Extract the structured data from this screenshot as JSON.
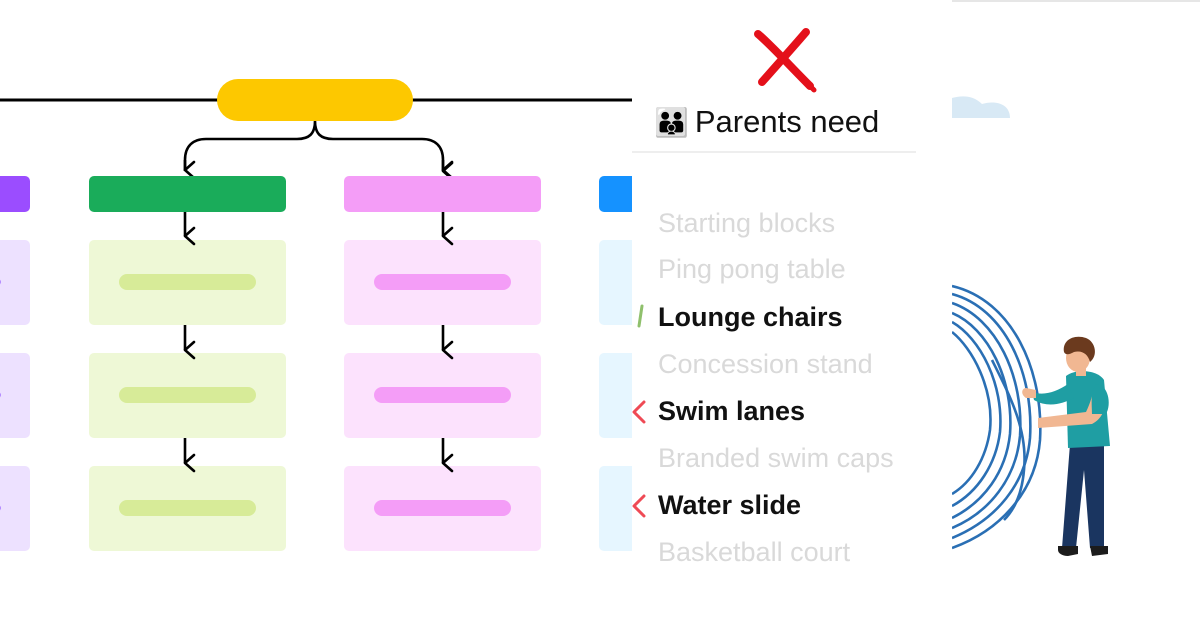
{
  "list": {
    "heading": "Parents need",
    "heading_emoji": "👪",
    "items": [
      {
        "label": "Starting blocks",
        "state": "dim"
      },
      {
        "label": "Ping pong table",
        "state": "dim"
      },
      {
        "label": "Lounge chairs",
        "state": "bold",
        "mark": "check"
      },
      {
        "label": "Concession stand",
        "state": "dim"
      },
      {
        "label": "Swim lanes",
        "state": "bold",
        "mark": "cross"
      },
      {
        "label": "Branded swim caps",
        "state": "dim"
      },
      {
        "label": "Water slide",
        "state": "bold",
        "mark": "cross"
      },
      {
        "label": "Basketball court",
        "state": "dim"
      }
    ]
  },
  "icons": {
    "top_mark": "red-x-icon",
    "check_mark": "check-mark-icon",
    "cross_mark": "cross-mark-icon"
  },
  "colors": {
    "root_node": "#fdc800",
    "green_header": "#1aac5a",
    "green_card": "#eef8d6",
    "green_bar": "#d7eb98",
    "pink_header": "#f49df7",
    "pink_card": "#fce2fd",
    "pink_bar": "#f49df7",
    "purple_header": "#9b4dff",
    "purple_card": "#ede1ff",
    "blue_header": "#1592ff",
    "blue_card": "#e6f6ff",
    "red_mark": "#e4101a",
    "check_green": "#8fc06c",
    "rings": "#2a6fb4",
    "shirt": "#1f9ea3",
    "pants": "#1a3560",
    "hair": "#6b3a1e",
    "skin": "#f1b792"
  }
}
